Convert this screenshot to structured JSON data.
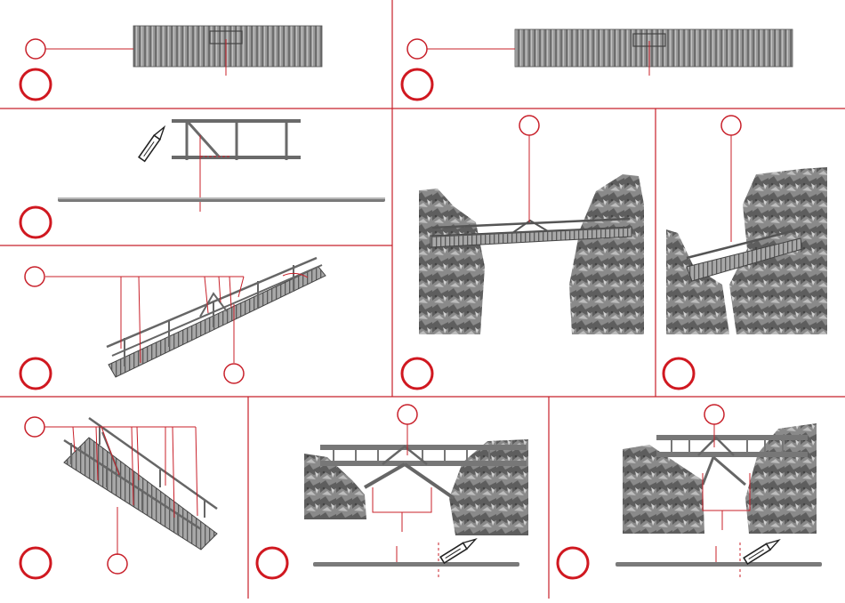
{
  "diagram": {
    "kind": "model bridge assembly instructions",
    "colors": {
      "divider": "#c8202a",
      "callout": "#c8202a",
      "step_circle": "#d01820",
      "part_dark": "#555555",
      "part_mid": "#8a8a8a",
      "part_light": "#c8c8c8",
      "rock_dark": "#5a5a5a",
      "rock_light": "#b8b8b8"
    },
    "panels": [
      {
        "id": "p1",
        "parts": [
          "wooden-fence-panel"
        ],
        "callouts": 1
      },
      {
        "id": "p2",
        "parts": [
          "wooden-fence-panel-long"
        ],
        "callouts": 1
      },
      {
        "id": "p3",
        "parts": [
          "railing-segment",
          "craft-knife",
          "rail-bar"
        ],
        "callouts": 0
      },
      {
        "id": "p4",
        "parts": [
          "bridge-on-rocks"
        ],
        "callouts": 1
      },
      {
        "id": "p5",
        "parts": [
          "bridge-on-rocks-angled"
        ],
        "callouts": 1
      },
      {
        "id": "p6",
        "parts": [
          "assembled-bridge-deck"
        ],
        "callouts": 2
      },
      {
        "id": "p7",
        "parts": [
          "bridge-deck-with-rails"
        ],
        "callouts": 2
      },
      {
        "id": "p8",
        "parts": [
          "truss-bridge-with-struts",
          "rail-bar",
          "craft-knife"
        ],
        "callouts": 1
      },
      {
        "id": "p9",
        "parts": [
          "truss-bridge-with-pier",
          "rail-bar",
          "craft-knife"
        ],
        "callouts": 1
      }
    ]
  }
}
